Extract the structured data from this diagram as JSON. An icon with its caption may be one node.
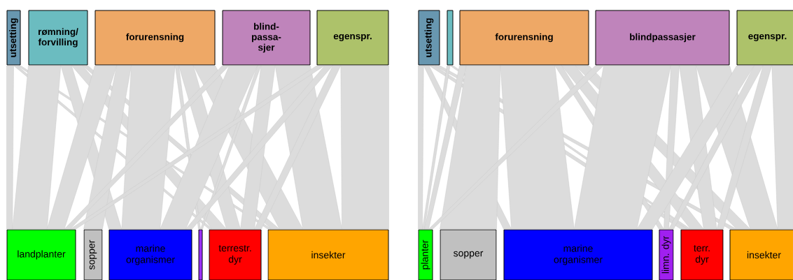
{
  "diagram": {
    "nodes": [
      {
        "text": [
          "utsetting"
        ]
      },
      {
        "text": [
          "rømning/ forvilling"
        ]
      },
      {
        "text": [
          "forurensning"
        ]
      },
      {
        "text": [
          "blind- passa- sjer"
        ]
      },
      {
        "text": [
          "egenspr."
        ]
      },
      {
        "text": [
          "landplanter"
        ]
      },
      {
        "text": [
          "sopper"
        ]
      },
      {
        "text": [
          "marine organismer"
        ]
      },
      {
        "text": [],
        "shape": "box"
      },
      {
        "text": [
          "terrestr. dyr"
        ]
      },
      {
        "text": [
          "insekter"
        ]
      },
      {
        "text": [
          "utsetting"
        ]
      },
      {
        "text": [],
        "shape": "box"
      },
      {
        "text": [
          "forurensning"
        ]
      },
      {
        "text": [
          "blindpassasjer"
        ]
      },
      {
        "text": [
          "egenspr."
        ]
      },
      {
        "text": [
          "planter"
        ]
      },
      {
        "text": [
          "sopper"
        ]
      },
      {
        "text": [
          "marine organismer"
        ]
      },
      {
        "text": [
          "limn. dyr"
        ]
      },
      {
        "text": [
          "terr. dyr"
        ]
      },
      {
        "text": [
          "insekter"
        ]
      }
    ],
    "edges": [
      {
        "from": 0,
        "to": 5,
        "arrow": "none"
      },
      {
        "from": 0,
        "to": 9,
        "arrow": "none"
      },
      {
        "from": 0,
        "to": 10,
        "arrow": "none"
      },
      {
        "from": 1,
        "to": 5,
        "arrow": "none"
      },
      {
        "from": 1,
        "to": 7,
        "arrow": "none"
      },
      {
        "from": 1,
        "to": 9,
        "arrow": "none"
      },
      {
        "from": 1,
        "to": 10,
        "arrow": "none"
      },
      {
        "from": 2,
        "to": 5,
        "arrow": "none"
      },
      {
        "from": 2,
        "to": 6,
        "arrow": "none"
      },
      {
        "from": 2,
        "to": 7,
        "arrow": "none"
      },
      {
        "from": 2,
        "to": 8,
        "arrow": "none"
      },
      {
        "from": 2,
        "to": 9,
        "arrow": "none"
      },
      {
        "from": 2,
        "to": 10,
        "arrow": "none"
      },
      {
        "from": 3,
        "to": 5,
        "arrow": "none"
      },
      {
        "from": 3,
        "to": 7,
        "arrow": "none"
      },
      {
        "from": 3,
        "to": 8,
        "arrow": "none"
      },
      {
        "from": 3,
        "to": 9,
        "arrow": "none"
      },
      {
        "from": 3,
        "to": 10,
        "arrow": "none"
      },
      {
        "from": 4,
        "to": 5,
        "arrow": "none"
      },
      {
        "from": 4,
        "to": 7,
        "arrow": "none"
      },
      {
        "from": 4,
        "to": 9,
        "arrow": "none"
      },
      {
        "from": 4,
        "to": 10,
        "arrow": "none"
      },
      {
        "from": 11,
        "to": 16,
        "arrow": "none"
      },
      {
        "from": 11,
        "to": 18,
        "arrow": "none"
      },
      {
        "from": 11,
        "to": 20,
        "arrow": "none"
      },
      {
        "from": 11,
        "to": 21,
        "arrow": "none"
      },
      {
        "from": 12,
        "to": 16,
        "arrow": "none"
      },
      {
        "from": 12,
        "to": 20,
        "arrow": "none"
      },
      {
        "from": 13,
        "to": 16,
        "arrow": "none"
      },
      {
        "from": 13,
        "to": 17,
        "arrow": "none"
      },
      {
        "from": 13,
        "to": 18,
        "arrow": "none"
      },
      {
        "from": 13,
        "to": 19,
        "arrow": "none"
      },
      {
        "from": 13,
        "to": 20,
        "arrow": "none"
      },
      {
        "from": 13,
        "to": 21,
        "arrow": "none"
      },
      {
        "from": 14,
        "to": 16,
        "arrow": "none"
      },
      {
        "from": 14,
        "to": 18,
        "arrow": "none"
      },
      {
        "from": 14,
        "to": 19,
        "arrow": "none"
      },
      {
        "from": 14,
        "to": 20,
        "arrow": "none"
      },
      {
        "from": 14,
        "to": 21,
        "arrow": "none"
      },
      {
        "from": 15,
        "to": 18,
        "arrow": "none"
      },
      {
        "from": 15,
        "to": 19,
        "arrow": "none"
      },
      {
        "from": 15,
        "to": 20,
        "arrow": "none"
      },
      {
        "from": 15,
        "to": 21,
        "arrow": "none"
      }
    ]
  }
}
